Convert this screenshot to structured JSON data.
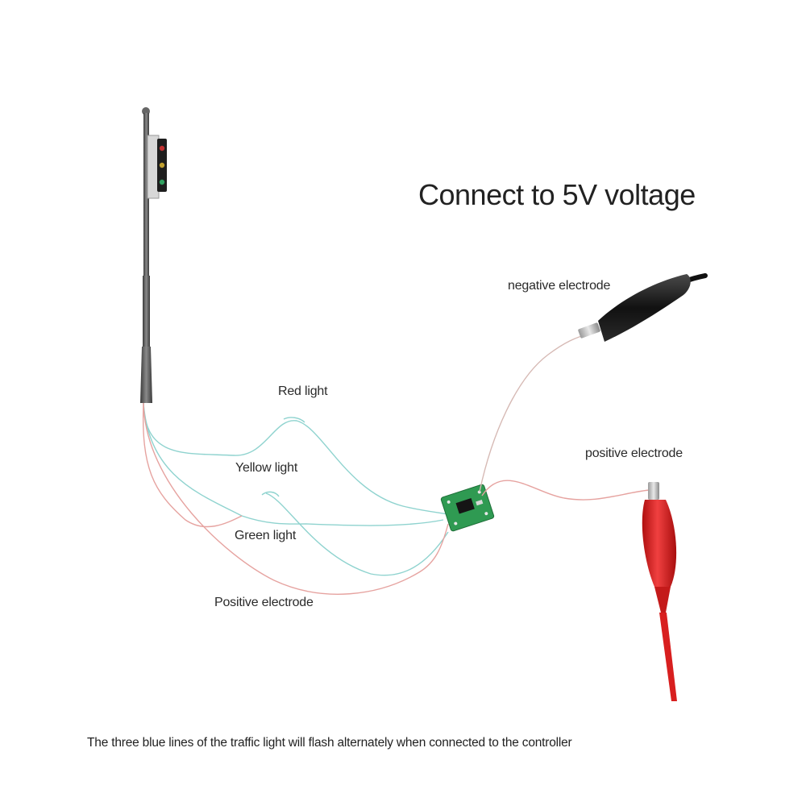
{
  "title": "Connect to 5V voltage",
  "labels": {
    "negative_electrode": "negative electrode",
    "positive_electrode_right": "positive electrode",
    "red_light": "Red light",
    "yellow_light": "Yellow light",
    "green_light": "Green light",
    "positive_electrode_left": "Positive electrode"
  },
  "caption": "The three blue lines of the traffic light will flash alternately when connected to the controller",
  "colors": {
    "blue_wire": "#8fd3cf",
    "red_wire": "#e6a3a0",
    "negative_clip": "#1b1b1b",
    "positive_clip": "#e02020",
    "board": "#2f9a52",
    "pole": "#555555"
  }
}
